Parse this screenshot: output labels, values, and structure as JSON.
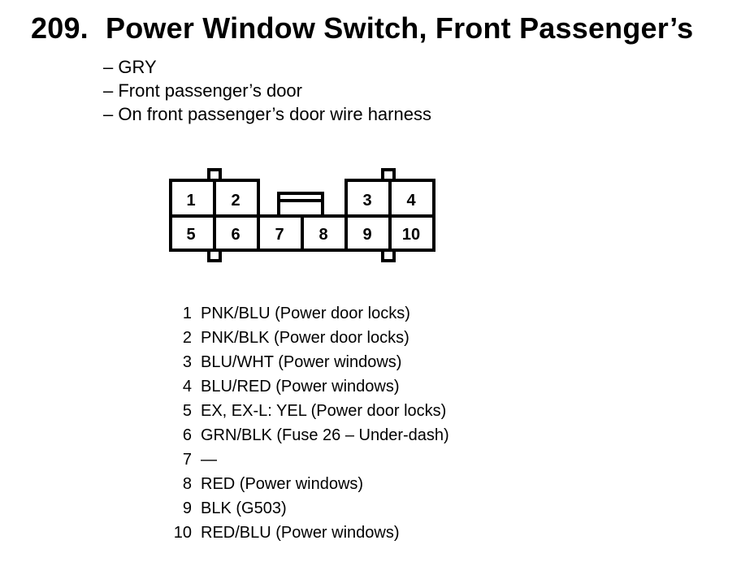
{
  "title": {
    "number": "209.",
    "text": "Power Window Switch, Front Passenger’s"
  },
  "description": [
    "– GRY",
    "– Front passenger’s door",
    "– On front passenger’s door wire harness"
  ],
  "connector": {
    "top_row": [
      "1",
      "2",
      "3",
      "4"
    ],
    "bottom_row": [
      "5",
      "6",
      "7",
      "8",
      "9",
      "10"
    ]
  },
  "pins": [
    {
      "num": "1",
      "desc": "PNK/BLU (Power door locks)"
    },
    {
      "num": "2",
      "desc": "PNK/BLK (Power door locks)"
    },
    {
      "num": "3",
      "desc": "BLU/WHT (Power windows)"
    },
    {
      "num": "4",
      "desc": "BLU/RED (Power windows)"
    },
    {
      "num": "5",
      "desc": "EX, EX-L: YEL (Power door locks)"
    },
    {
      "num": "6",
      "desc": "GRN/BLK (Fuse 26 – Under-dash)"
    },
    {
      "num": "7",
      "desc": "—"
    },
    {
      "num": "8",
      "desc": "RED (Power windows)"
    },
    {
      "num": "9",
      "desc": "BLK (G503)"
    },
    {
      "num": "10",
      "desc": "RED/BLU (Power windows)"
    }
  ]
}
